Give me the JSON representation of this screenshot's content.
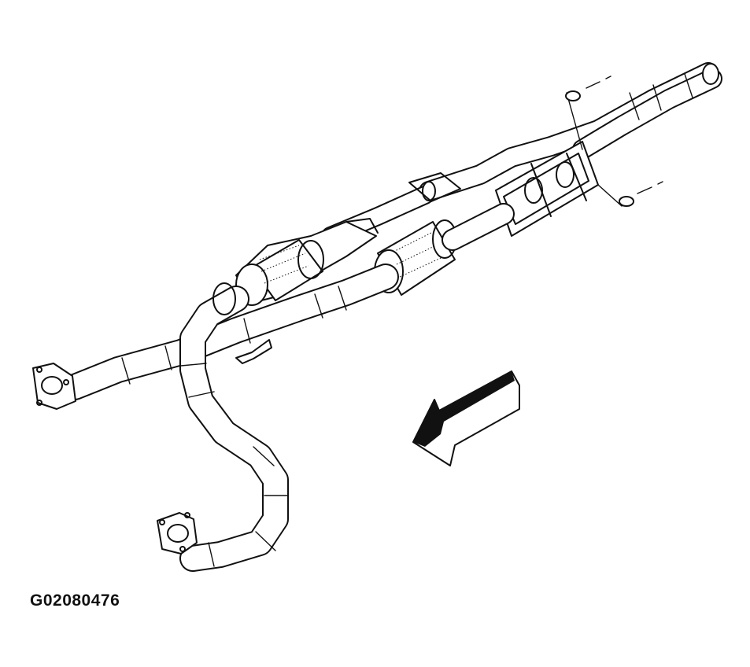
{
  "figure": {
    "id_label": "G02080476"
  },
  "colors": {
    "line": "#111111",
    "background": "#ffffff"
  },
  "parts": [
    "front-exhaust-pipe-left-flange",
    "front-exhaust-pipe-right-flange",
    "catalytic-converter-left",
    "catalytic-converter-right",
    "outlet-flange-gasket",
    "mounting-nut-upper",
    "mounting-nut-lower",
    "front-direction-arrow"
  ]
}
